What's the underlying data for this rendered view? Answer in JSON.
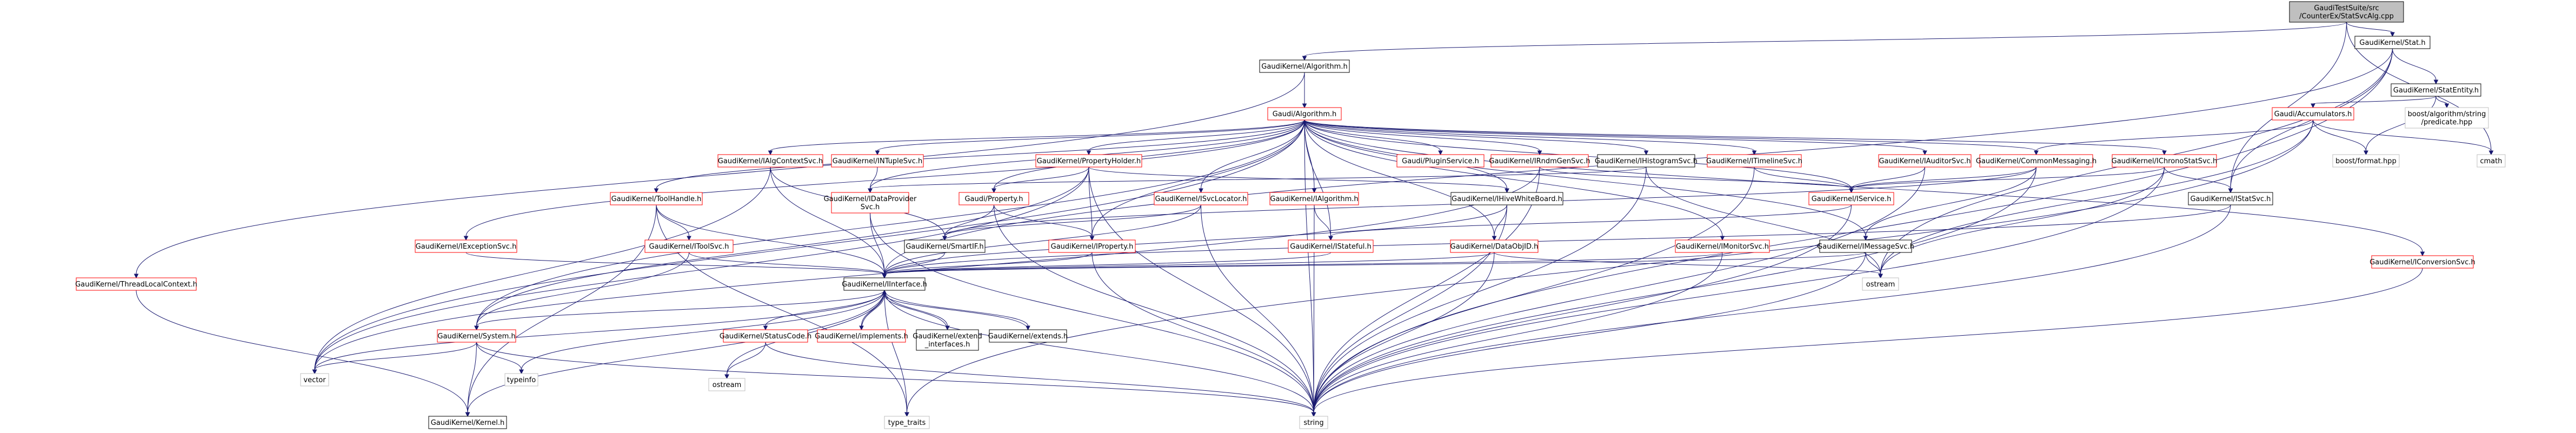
{
  "nodes": [
    {
      "id": "root",
      "lines": [
        "GaudiTestSuite/src",
        "/CounterEx/StatSvcAlg.cpp"
      ],
      "style": "root"
    },
    {
      "id": "stat_h",
      "lines": [
        "GaudiKernel/Stat.h"
      ],
      "style": "black"
    },
    {
      "id": "algorithm_h",
      "lines": [
        "GaudiKernel/Algorithm.h"
      ],
      "style": "black"
    },
    {
      "id": "statentity_h",
      "lines": [
        "GaudiKernel/StatEntity.h"
      ],
      "style": "black"
    },
    {
      "id": "galgorithm_h",
      "lines": [
        "Gaudi/Algorithm.h"
      ],
      "style": "red"
    },
    {
      "id": "accumulators_h",
      "lines": [
        "Gaudi/Accumulators.h"
      ],
      "style": "red"
    },
    {
      "id": "boost_predicate",
      "lines": [
        "boost/algorithm/string",
        "/predicate.hpp"
      ],
      "style": "grey"
    },
    {
      "id": "boost_format",
      "lines": [
        "boost/format.hpp"
      ],
      "style": "grey"
    },
    {
      "id": "cmath",
      "lines": [
        "cmath"
      ],
      "style": "grey"
    },
    {
      "id": "ialgcontextsvc_h",
      "lines": [
        "GaudiKernel/IAlgContextSvc.h"
      ],
      "style": "red"
    },
    {
      "id": "intuplesvc_h",
      "lines": [
        "GaudiKernel/INTupleSvc.h"
      ],
      "style": "red"
    },
    {
      "id": "propertyholder_h",
      "lines": [
        "GaudiKernel/PropertyHolder.h"
      ],
      "style": "red"
    },
    {
      "id": "pluginservice_h",
      "lines": [
        "Gaudi/PluginService.h"
      ],
      "style": "red"
    },
    {
      "id": "irndmgensvc_h",
      "lines": [
        "GaudiKernel/IRndmGenSvc.h"
      ],
      "style": "red"
    },
    {
      "id": "ihistogramsvc_h",
      "lines": [
        "GaudiKernel/IHistogramSvc.h"
      ],
      "style": "black"
    },
    {
      "id": "itimelinesvc_h",
      "lines": [
        "GaudiKernel/ITimelineSvc.h"
      ],
      "style": "red"
    },
    {
      "id": "iauditorsvc_h",
      "lines": [
        "GaudiKernel/IAuditorSvc.h"
      ],
      "style": "red"
    },
    {
      "id": "commonmessaging_h",
      "lines": [
        "GaudiKernel/CommonMessaging.h"
      ],
      "style": "red"
    },
    {
      "id": "ichronostatsvc_h",
      "lines": [
        "GaudiKernel/IChronoStatSvc.h"
      ],
      "style": "red"
    },
    {
      "id": "tooshandle_h",
      "lines": [
        "GaudiKernel/ToolHandle.h"
      ],
      "style": "red"
    },
    {
      "id": "idataprovidersvc_h",
      "lines": [
        "GaudiKernel/IDataProvider",
        "Svc.h"
      ],
      "style": "red"
    },
    {
      "id": "property_h",
      "lines": [
        "Gaudi/Property.h"
      ],
      "style": "red"
    },
    {
      "id": "isvclocator_h",
      "lines": [
        "GaudiKernel/ISvcLocator.h"
      ],
      "style": "red"
    },
    {
      "id": "ialgorithm_h",
      "lines": [
        "GaudiKernel/IAlgorithm.h"
      ],
      "style": "red"
    },
    {
      "id": "ihivewhiteboard_h",
      "lines": [
        "GaudiKernel/IHiveWhiteBoard.h"
      ],
      "style": "black"
    },
    {
      "id": "iservice_h",
      "lines": [
        "GaudiKernel/IService.h"
      ],
      "style": "red"
    },
    {
      "id": "istatsvc_h",
      "lines": [
        "GaudiKernel/IStatSvc.h"
      ],
      "style": "black"
    },
    {
      "id": "iexceptionsvc_h",
      "lines": [
        "GaudiKernel/IExceptionSvc.h"
      ],
      "style": "red"
    },
    {
      "id": "itoolsvc_h",
      "lines": [
        "GaudiKernel/IToolSvc.h"
      ],
      "style": "red"
    },
    {
      "id": "smartif_h",
      "lines": [
        "GaudiKernel/SmartIF.h"
      ],
      "style": "black"
    },
    {
      "id": "iproperty_h",
      "lines": [
        "GaudiKernel/IProperty.h"
      ],
      "style": "red"
    },
    {
      "id": "istateful_h",
      "lines": [
        "GaudiKernel/IStateful.h"
      ],
      "style": "red"
    },
    {
      "id": "dataobjid_h",
      "lines": [
        "GaudiKernel/DataObjID.h"
      ],
      "style": "red"
    },
    {
      "id": "imonitorsvc_h",
      "lines": [
        "GaudiKernel/IMonitorSvc.h"
      ],
      "style": "red"
    },
    {
      "id": "imessagesvc_h",
      "lines": [
        "GaudiKernel/IMessageSvc.h"
      ],
      "style": "black"
    },
    {
      "id": "iconversionsvc_h",
      "lines": [
        "GaudiKernel/IConversionSvc.h"
      ],
      "style": "red"
    },
    {
      "id": "threadlocalcontext_h",
      "lines": [
        "GaudiKernel/ThreadLocalContext.h"
      ],
      "style": "red"
    },
    {
      "id": "iinterface_h",
      "lines": [
        "GaudiKernel/IInterface.h"
      ],
      "style": "black"
    },
    {
      "id": "ostream",
      "lines": [
        "ostream"
      ],
      "style": "grey"
    },
    {
      "id": "system_h",
      "lines": [
        "GaudiKernel/System.h"
      ],
      "style": "red"
    },
    {
      "id": "statuscode_h",
      "lines": [
        "GaudiKernel/StatusCode.h"
      ],
      "style": "red"
    },
    {
      "id": "implements_h",
      "lines": [
        "GaudiKernel/implements.h"
      ],
      "style": "red"
    },
    {
      "id": "extend_interfaces_h",
      "lines": [
        "GaudiKernel/extend",
        "_interfaces.h"
      ],
      "style": "black"
    },
    {
      "id": "extends_h",
      "lines": [
        "GaudiKernel/extends.h"
      ],
      "style": "black"
    },
    {
      "id": "vector",
      "lines": [
        "vector"
      ],
      "style": "grey"
    },
    {
      "id": "typeinfo",
      "lines": [
        "typeinfo"
      ],
      "style": "grey"
    },
    {
      "id": "kernel_h",
      "lines": [
        "GaudiKernel/Kernel.h"
      ],
      "style": "black"
    },
    {
      "id": "ostream2",
      "lines": [
        "ostream"
      ],
      "style": "grey"
    },
    {
      "id": "type_traits",
      "lines": [
        "type_traits"
      ],
      "style": "grey"
    },
    {
      "id": "string",
      "lines": [
        "string"
      ],
      "style": "grey"
    }
  ],
  "edges": [
    [
      "root",
      "stat_h"
    ],
    [
      "root",
      "algorithm_h"
    ],
    [
      "root",
      "istatsvc_h"
    ],
    [
      "root",
      "cmath"
    ],
    [
      "stat_h",
      "statentity_h"
    ],
    [
      "stat_h",
      "istatsvc_h"
    ],
    [
      "stat_h",
      "ostream"
    ],
    [
      "stat_h",
      "string"
    ],
    [
      "stat_h",
      "iinterface_h"
    ],
    [
      "statentity_h",
      "accumulators_h"
    ],
    [
      "statentity_h",
      "boost_predicate"
    ],
    [
      "statentity_h",
      "boost_format"
    ],
    [
      "accumulators_h",
      "boost_format"
    ],
    [
      "accumulators_h",
      "cmath"
    ],
    [
      "accumulators_h",
      "commonmessaging_h"
    ],
    [
      "accumulators_h",
      "ostream"
    ],
    [
      "accumulators_h",
      "type_traits"
    ],
    [
      "algorithm_h",
      "galgorithm_h"
    ],
    [
      "algorithm_h",
      "threadlocalcontext_h"
    ],
    [
      "galgorithm_h",
      "ialgcontextsvc_h"
    ],
    [
      "galgorithm_h",
      "intuplesvc_h"
    ],
    [
      "galgorithm_h",
      "propertyholder_h"
    ],
    [
      "galgorithm_h",
      "pluginservice_h"
    ],
    [
      "galgorithm_h",
      "irndmgensvc_h"
    ],
    [
      "galgorithm_h",
      "ihistogramsvc_h"
    ],
    [
      "galgorithm_h",
      "itimelinesvc_h"
    ],
    [
      "galgorithm_h",
      "iauditorsvc_h"
    ],
    [
      "galgorithm_h",
      "commonmessaging_h"
    ],
    [
      "galgorithm_h",
      "ichronostatsvc_h"
    ],
    [
      "galgorithm_h",
      "tooshandle_h"
    ],
    [
      "galgorithm_h",
      "idataprovidersvc_h"
    ],
    [
      "galgorithm_h",
      "property_h"
    ],
    [
      "galgorithm_h",
      "isvclocator_h"
    ],
    [
      "galgorithm_h",
      "ialgorithm_h"
    ],
    [
      "galgorithm_h",
      "ihivewhiteboard_h"
    ],
    [
      "galgorithm_h",
      "iexceptionsvc_h"
    ],
    [
      "galgorithm_h",
      "system_h"
    ],
    [
      "galgorithm_h",
      "imonitorsvc_h"
    ],
    [
      "galgorithm_h",
      "imessagesvc_h"
    ],
    [
      "galgorithm_h",
      "iconversionsvc_h"
    ],
    [
      "galgorithm_h",
      "istateful_h"
    ],
    [
      "galgorithm_h",
      "dataobjid_h"
    ],
    [
      "galgorithm_h",
      "iservice_h"
    ],
    [
      "galgorithm_h",
      "vector"
    ],
    [
      "galgorithm_h",
      "string"
    ],
    [
      "galgorithm_h",
      "iproperty_h"
    ],
    [
      "ialgcontextsvc_h",
      "iinterface_h"
    ],
    [
      "ialgcontextsvc_h",
      "smartif_h"
    ],
    [
      "ialgcontextsvc_h",
      "vector"
    ],
    [
      "intuplesvc_h",
      "idataprovidersvc_h"
    ],
    [
      "propertyholder_h",
      "property_h"
    ],
    [
      "propertyholder_h",
      "iproperty_h"
    ],
    [
      "propertyholder_h",
      "vector"
    ],
    [
      "propertyholder_h",
      "string"
    ],
    [
      "propertyholder_h",
      "ihivewhiteboard_h"
    ],
    [
      "propertyholder_h",
      "system_h"
    ],
    [
      "irndmgensvc_h",
      "iservice_h"
    ],
    [
      "irndmgensvc_h",
      "vector"
    ],
    [
      "irndmgensvc_h",
      "string"
    ],
    [
      "ihistogramsvc_h",
      "idataprovidersvc_h"
    ],
    [
      "ihistogramsvc_h",
      "string"
    ],
    [
      "ihistogramsvc_h",
      "ostream"
    ],
    [
      "itimelinesvc_h",
      "iservice_h"
    ],
    [
      "itimelinesvc_h",
      "string"
    ],
    [
      "iauditorsvc_h",
      "iservice_h"
    ],
    [
      "iauditorsvc_h",
      "string"
    ],
    [
      "commonmessaging_h",
      "iservice_h"
    ],
    [
      "commonmessaging_h",
      "imessagesvc_h"
    ],
    [
      "commonmessaging_h",
      "smartif_h"
    ],
    [
      "commonmessaging_h",
      "string"
    ],
    [
      "ichronostatsvc_h",
      "iservice_h"
    ],
    [
      "ichronostatsvc_h",
      "istatsvc_h"
    ],
    [
      "ichronostatsvc_h",
      "string"
    ],
    [
      "ichronostatsvc_h",
      "ostream"
    ],
    [
      "tooshandle_h",
      "itoolsvc_h"
    ],
    [
      "tooshandle_h",
      "iinterface_h"
    ],
    [
      "tooshandle_h",
      "kernel_h"
    ],
    [
      "tooshandle_h",
      "type_traits"
    ],
    [
      "idataprovidersvc_h",
      "iinterface_h"
    ],
    [
      "idataprovidersvc_h",
      "string"
    ],
    [
      "property_h",
      "iproperty_h"
    ],
    [
      "property_h",
      "smartif_h"
    ],
    [
      "property_h",
      "string"
    ],
    [
      "isvclocator_h",
      "iinterface_h"
    ],
    [
      "isvclocator_h",
      "smartif_h"
    ],
    [
      "isvclocator_h",
      "string"
    ],
    [
      "ialgorithm_h",
      "istateful_h"
    ],
    [
      "ialgorithm_h",
      "string"
    ],
    [
      "ihivewhiteboard_h",
      "dataobjid_h"
    ],
    [
      "ihivewhiteboard_h",
      "iinterface_h"
    ],
    [
      "ihivewhiteboard_h",
      "string"
    ],
    [
      "iservice_h",
      "istateful_h"
    ],
    [
      "iservice_h",
      "string"
    ],
    [
      "istatsvc_h",
      "iinterface_h"
    ],
    [
      "istatsvc_h",
      "string"
    ],
    [
      "iexceptionsvc_h",
      "iinterface_h"
    ],
    [
      "itoolsvc_h",
      "iinterface_h"
    ],
    [
      "itoolsvc_h",
      "system_h"
    ],
    [
      "smartif_h",
      "iinterface_h"
    ],
    [
      "iproperty_h",
      "iinterface_h"
    ],
    [
      "iproperty_h",
      "string"
    ],
    [
      "istateful_h",
      "iinterface_h"
    ],
    [
      "dataobjid_h",
      "iinterface_h"
    ],
    [
      "dataobjid_h",
      "string"
    ],
    [
      "dataobjid_h",
      "ostream"
    ],
    [
      "imonitorsvc_h",
      "iinterface_h"
    ],
    [
      "imonitorsvc_h",
      "string"
    ],
    [
      "imessagesvc_h",
      "iinterface_h"
    ],
    [
      "imessagesvc_h",
      "string"
    ],
    [
      "imessagesvc_h",
      "ostream"
    ],
    [
      "iconversionsvc_h",
      "string"
    ],
    [
      "threadlocalcontext_h",
      "kernel_h"
    ],
    [
      "iinterface_h",
      "kernel_h"
    ],
    [
      "iinterface_h",
      "system_h"
    ],
    [
      "iinterface_h",
      "statuscode_h"
    ],
    [
      "iinterface_h",
      "ostream2"
    ],
    [
      "iinterface_h",
      "typeinfo"
    ],
    [
      "iinterface_h",
      "type_traits"
    ],
    [
      "iinterface_h",
      "implements_h"
    ],
    [
      "iinterface_h",
      "extend_interfaces_h"
    ],
    [
      "iinterface_h",
      "extends_h"
    ],
    [
      "iinterface_h",
      "string"
    ],
    [
      "iinterface_h",
      "vector"
    ],
    [
      "system_h",
      "kernel_h"
    ],
    [
      "system_h",
      "typeinfo"
    ],
    [
      "system_h",
      "string"
    ],
    [
      "system_h",
      "vector"
    ],
    [
      "statuscode_h",
      "ostream2"
    ],
    [
      "statuscode_h",
      "string"
    ],
    [
      "implements_h",
      "iinterface_h"
    ],
    [
      "extend_interfaces_h",
      "iinterface_h"
    ],
    [
      "extends_h",
      "iinterface_h"
    ]
  ]
}
